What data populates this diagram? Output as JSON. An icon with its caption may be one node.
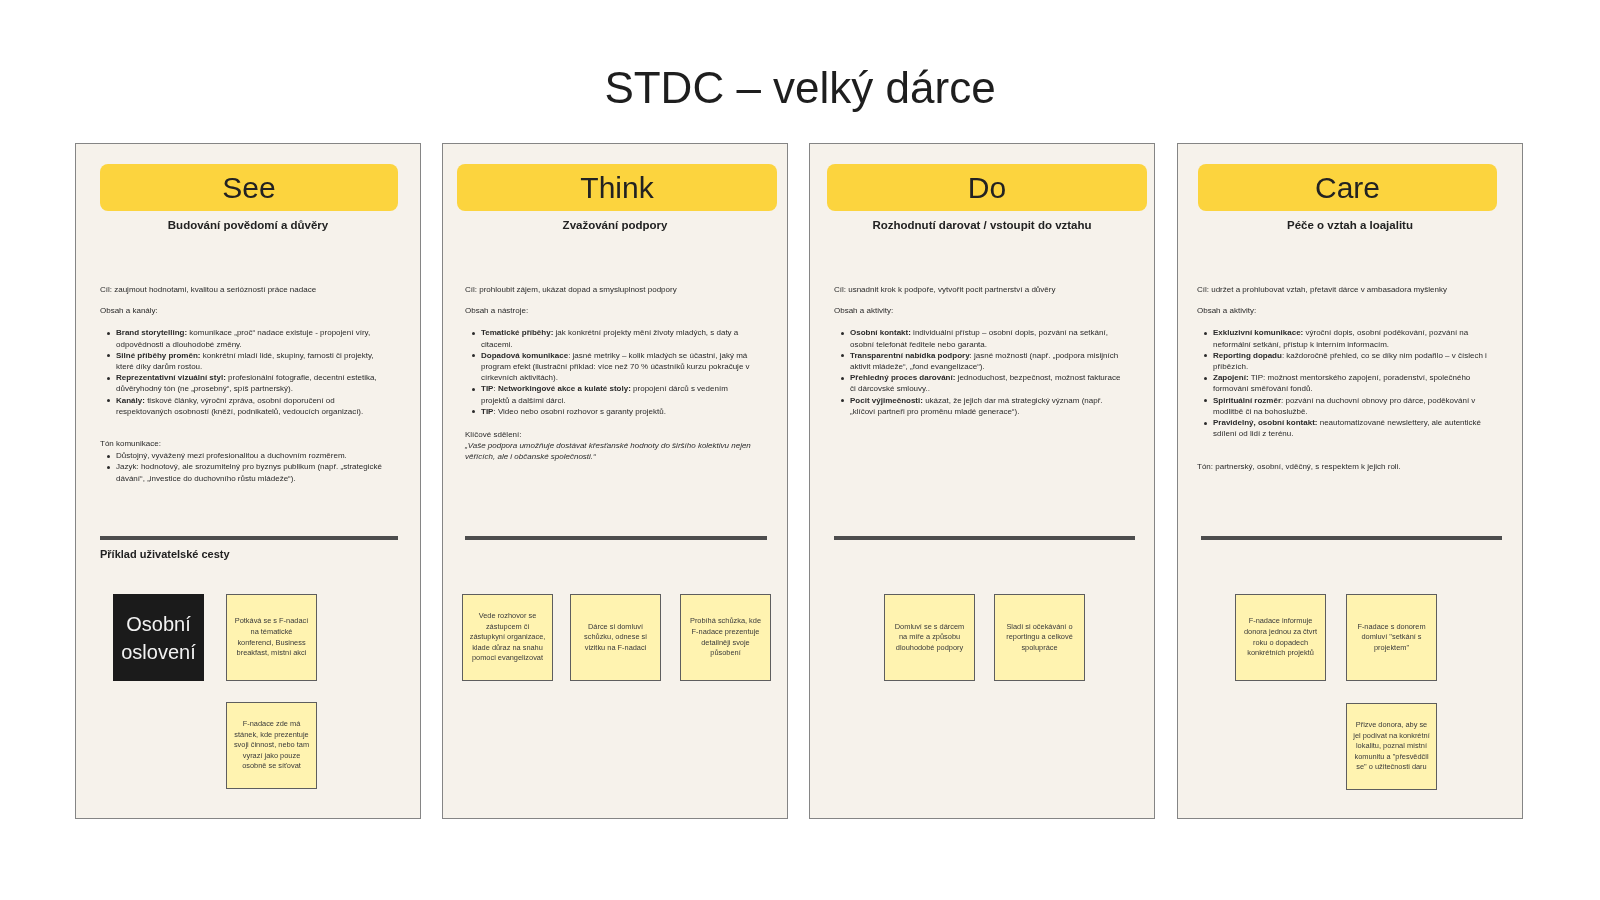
{
  "diagram": {
    "title": "STDC – velký dárce",
    "nodes": [
      {
        "text": [
          "Budování povědomí a důvěry",
          "Cíl: zaujmout hodnotami, kvalitou a seriózností práce nadace",
          "Obsah a kanály:",
          "**Brand storytelling:** komunikace „proč“ nadace existuje - propojení víry, odpovědnosti a dlouhodobé změny.",
          "**Silné příběhy proměn:** konkrétní mladí lidé, skupiny, farnosti či projekty, které díky darům rostou.",
          "**Reprezentativní vizuální styl:** profesionální fotografie, decentní estetika, důvěryhodný tón (ne „prosebný“, spíš partnerský).",
          "**Kanály:** tiskové články, výroční zpráva, osobní doporučení od respektovaných osobností (kněží, podnikatelů, vedoucích organizací).",
          "Tón komunikace:",
          "Důstojný, vyvážený mezi profesionalitou a duchovním rozměrem.",
          "Jazyk: hodnotový, ale srozumitelný pro byznys publikum (např. „strategické dávání“, „investice do duchovního růstu mládeže“).",
          "Příklad uživatelské cesty"
        ]
      },
      {
        "text": [
          "See"
        ],
        "in": 0
      },
      {
        "text": [
          "Osobní oslovení"
        ],
        "in": 0
      },
      {
        "text": [
          "Potkává se s F-nadací na tématické konferenci, Business breakfast, místní akci"
        ],
        "in": 0
      },
      {
        "text": [
          "F-nadace zde má stánek, kde prezentuje svoji činnost, nebo tam vyrazí jako pouze osobně se síťovat"
        ],
        "in": 0
      },
      {
        "text": [
          "Zvažování podpory",
          "Cíl: prohloubit zájem, ukázat dopad a smysluplnost podpory",
          "Obsah a nástroje:",
          "**Tematické příběhy:** jak konkrétní projekty mění životy mladých, s daty a citacemi.",
          "**Dopadová komunikace**: jasné metriky – kolik mladých se účastní, jaký má program efekt (ilustrační příklad: více než 70 % účastníků kurzu pokračuje v církevních aktivitách).",
          "**TIP**: **Networkingové akce a kulaté stoly:** propojení dárců s vedením projektů a dalšími dárci.",
          "**TIP**: Video nebo osobní rozhovor s garanty projektů.",
          "Klíčové sdělení:",
          "„Vaše podpora umožňuje dostávat křesťanské hodnoty do širšího kolektivu nejen věřících, ale i občanské společnosti.“"
        ]
      },
      {
        "text": [
          "Think"
        ],
        "in": 5
      },
      {
        "text": [
          "Vede rozhovor se zástupcem či zástupkyní organizace, klade důraz na snahu pomoci evangelizovat"
        ],
        "in": 5
      },
      {
        "text": [
          "Dárce si domluví schůzku, odnese si vizitku na F-nadaci"
        ],
        "in": 5
      },
      {
        "text": [
          "Probíhá schůzka, kde F-nadace prezentuje detailněji svoje působení"
        ],
        "in": 5
      },
      {
        "text": [
          "Rozhodnutí darovat / vstoupit do vztahu",
          "Cíl: usnadnit krok k podpoře, vytvořit pocit partnerství a důvěry",
          "Obsah a aktivity:",
          "**Osobní kontakt:** individuální přístup – osobní dopis, pozvání na setkání, osobní telefonát ředitele nebo garanta.",
          "**Transparentní nabídka podpory**: jasné možnosti (např. „podpora misijních aktivit mládeže“, „fond evangelizace“).",
          "**Přehledný proces darování:** jednoduchost, bezpečnost, možnost fakturace či dárcovské smlouvy..",
          "**Pocit výjimečnosti:** ukázat, že jejich dar má strategický význam (např. „klíčoví partneři pro proměnu mladé generace“)."
        ]
      },
      {
        "text": [
          "Do"
        ],
        "in": 10
      },
      {
        "text": [
          "Domluví se s dárcem na míře a způsobu dlouhodobé podpory"
        ],
        "in": 10
      },
      {
        "text": [
          "Sladí si očekávání o reportingu a celkové spolupráce"
        ],
        "in": 10
      },
      {
        "text": [
          "Péče o vztah a loajalitu",
          "Cíl: udržet a prohlubovat vztah, přetavit dárce v ambasadora myšlenky",
          "Obsah a aktivity:",
          "**Exkluzivní komunikace:** výroční dopis, osobní poděkování, pozvání na neformální setkání, přístup k interním informacím.",
          "**Reporting dopadu**: každoročně přehled, co se díky nim podařilo – v číslech i příbězích.",
          "**Zapojení:** TIP: možnost mentorského zapojení, poradenství, společného formování směřování fondů.",
          "**Spirituální rozměr**: pozvání na duchovní obnovy pro dárce, poděkování v modlitbě či na bohoslužbě.",
          "**Pravidelný, osobní kontakt:** neautomatizované newslettery, ale autentické sdílení od lidí z terénu.",
          "Tón: partnerský, osobní, vděčný, s respektem k jejich roli."
        ]
      },
      {
        "text": [
          "Care"
        ],
        "in": 14
      },
      {
        "text": [
          "F-nadace informuje donora jednou za čtvrt roku o dopadech konkrétních projektů"
        ],
        "in": 14
      },
      {
        "text": [
          "F-nadace s donorem domluví \"setkání s projektem\""
        ],
        "in": 14
      },
      {
        "text": [
          "Přizve donora, aby se jel podívat na konkrétní lokalitu, poznal místní komunitu a \"přesvědčil se\" o užitečnosti daru"
        ],
        "in": 14
      }
    ]
  }
}
